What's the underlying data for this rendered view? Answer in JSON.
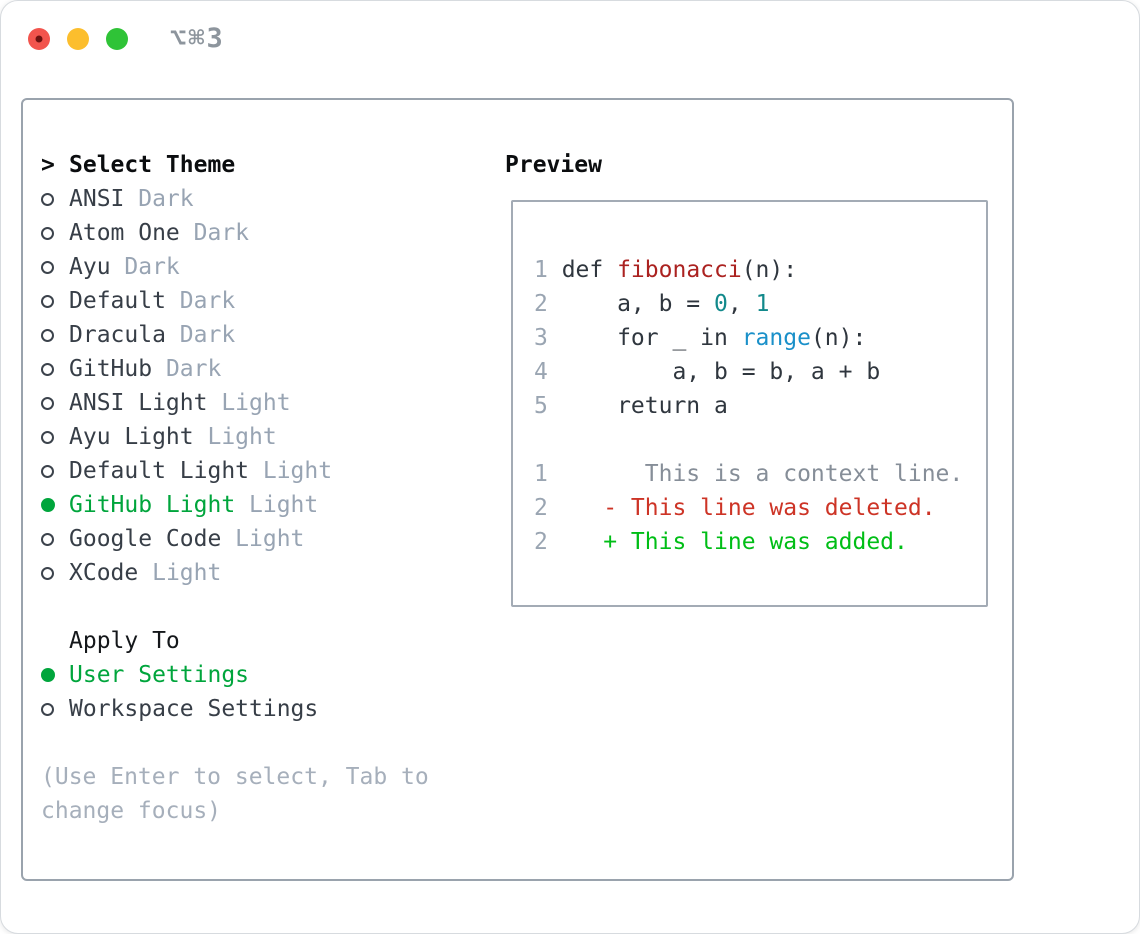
{
  "window": {
    "title": "⌥⌘3",
    "traffic_lights": [
      "close",
      "minimize",
      "zoom"
    ]
  },
  "theme_menu": {
    "pointer": ">",
    "heading": "Select Theme",
    "items": [
      {
        "label": "ANSI",
        "tag": "Dark",
        "selected": false
      },
      {
        "label": "Atom One",
        "tag": "Dark",
        "selected": false
      },
      {
        "label": "Ayu",
        "tag": "Dark",
        "selected": false
      },
      {
        "label": "Default",
        "tag": "Dark",
        "selected": false
      },
      {
        "label": "Dracula",
        "tag": "Dark",
        "selected": false
      },
      {
        "label": "GitHub",
        "tag": "Dark",
        "selected": false
      },
      {
        "label": "ANSI Light",
        "tag": "Light",
        "selected": false
      },
      {
        "label": "Ayu Light",
        "tag": "Light",
        "selected": false
      },
      {
        "label": "Default Light",
        "tag": "Light",
        "selected": false
      },
      {
        "label": "GitHub Light",
        "tag": "Light",
        "selected": true
      },
      {
        "label": "Google Code",
        "tag": "Light",
        "selected": false
      },
      {
        "label": "XCode",
        "tag": "Light",
        "selected": false
      }
    ]
  },
  "apply_to": {
    "heading": "Apply To",
    "options": [
      {
        "label": "User Settings",
        "selected": true
      },
      {
        "label": "Workspace Settings",
        "selected": false
      }
    ]
  },
  "hint": "(Use Enter to select, Tab to change focus)",
  "preview": {
    "heading": "Preview",
    "code_lines": [
      {
        "num": "1",
        "segments": [
          {
            "t": "def ",
            "c": "default"
          },
          {
            "t": "fibonacci",
            "c": "function"
          },
          {
            "t": "(n):",
            "c": "default"
          }
        ]
      },
      {
        "num": "2",
        "segments": [
          {
            "t": "    a, b = ",
            "c": "default"
          },
          {
            "t": "0",
            "c": "number"
          },
          {
            "t": ", ",
            "c": "default"
          },
          {
            "t": "1",
            "c": "number"
          }
        ]
      },
      {
        "num": "3",
        "segments": [
          {
            "t": "    for _ in ",
            "c": "default"
          },
          {
            "t": "range",
            "c": "builtin"
          },
          {
            "t": "(n):",
            "c": "default"
          }
        ]
      },
      {
        "num": "4",
        "segments": [
          {
            "t": "        a, b = b, a + b",
            "c": "default"
          }
        ]
      },
      {
        "num": "5",
        "segments": [
          {
            "t": "    return a",
            "c": "default"
          }
        ]
      },
      {
        "num": "",
        "segments": []
      },
      {
        "num": "1",
        "segments": [
          {
            "t": "      This is a context line.",
            "c": "context"
          }
        ]
      },
      {
        "num": "2",
        "segments": [
          {
            "t": "   - This line was deleted.",
            "c": "deleted"
          }
        ]
      },
      {
        "num": "2",
        "segments": [
          {
            "t": "   + This line was added.",
            "c": "added"
          }
        ]
      }
    ]
  },
  "colors": {
    "accent_green": "#00a53c",
    "diff_added_green": "#00be16",
    "diff_deleted_red": "#cd3426",
    "function_red": "#ab2220",
    "builtin_blue": "#1a90c9",
    "number_teal": "#12898b",
    "muted_gray": "#98a4b3",
    "border_gray": "#9aa3ad",
    "traffic_red": "#f2544d",
    "traffic_yellow": "#fcbe2d",
    "traffic_green": "#2fc337"
  }
}
